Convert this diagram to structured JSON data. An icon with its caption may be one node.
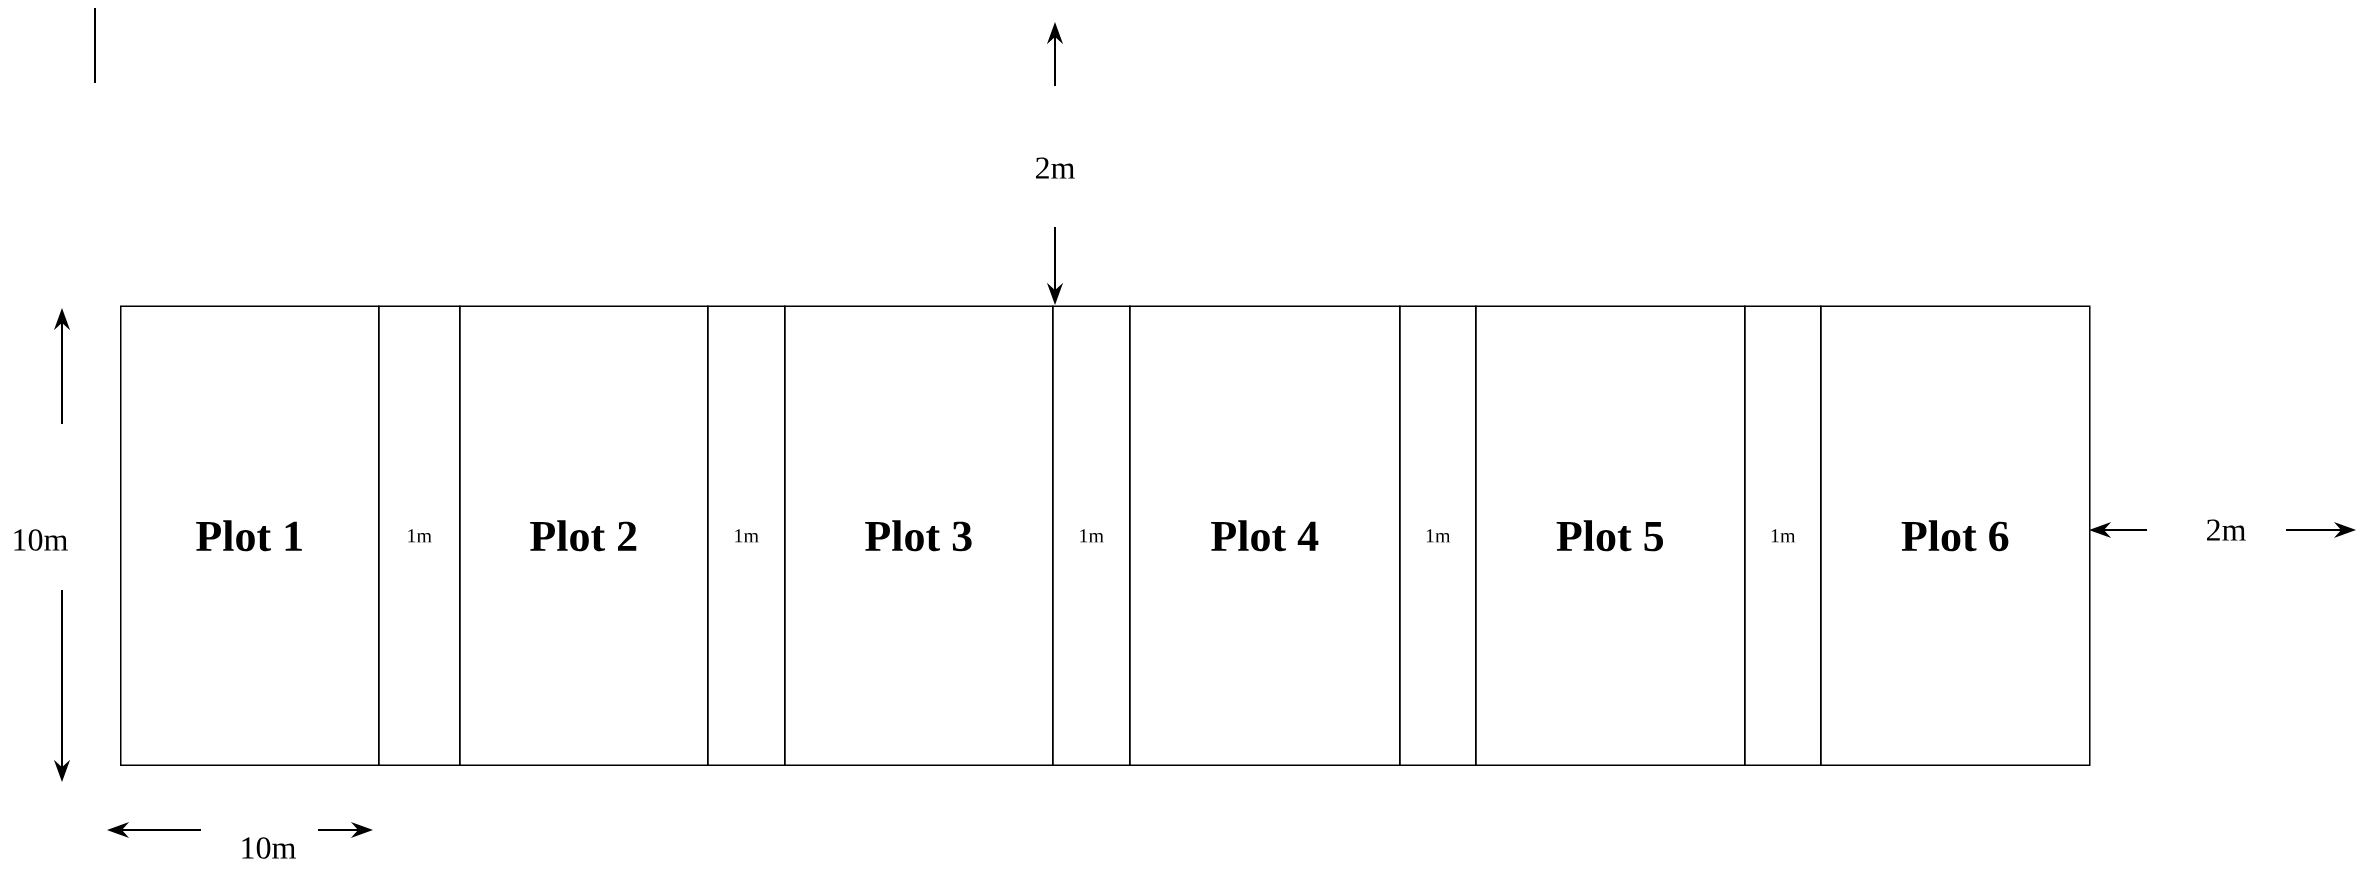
{
  "diagram": {
    "nodes": [
      {
        "text": [
          "Plot 1"
        ]
      },
      {
        "text": [
          "1m"
        ]
      },
      {
        "text": [
          "Plot 2"
        ]
      },
      {
        "text": [
          "1m"
        ]
      },
      {
        "text": [
          "Plot 3"
        ]
      },
      {
        "text": [
          "1m"
        ]
      },
      {
        "text": [
          "Plot 4"
        ]
      },
      {
        "text": [
          "1m"
        ]
      },
      {
        "text": [
          "Plot 5"
        ]
      },
      {
        "text": [
          "1m"
        ]
      },
      {
        "text": [
          "Plot 6"
        ]
      }
    ],
    "labels": [
      "2m",
      "10m",
      "2m",
      "10m"
    ]
  }
}
